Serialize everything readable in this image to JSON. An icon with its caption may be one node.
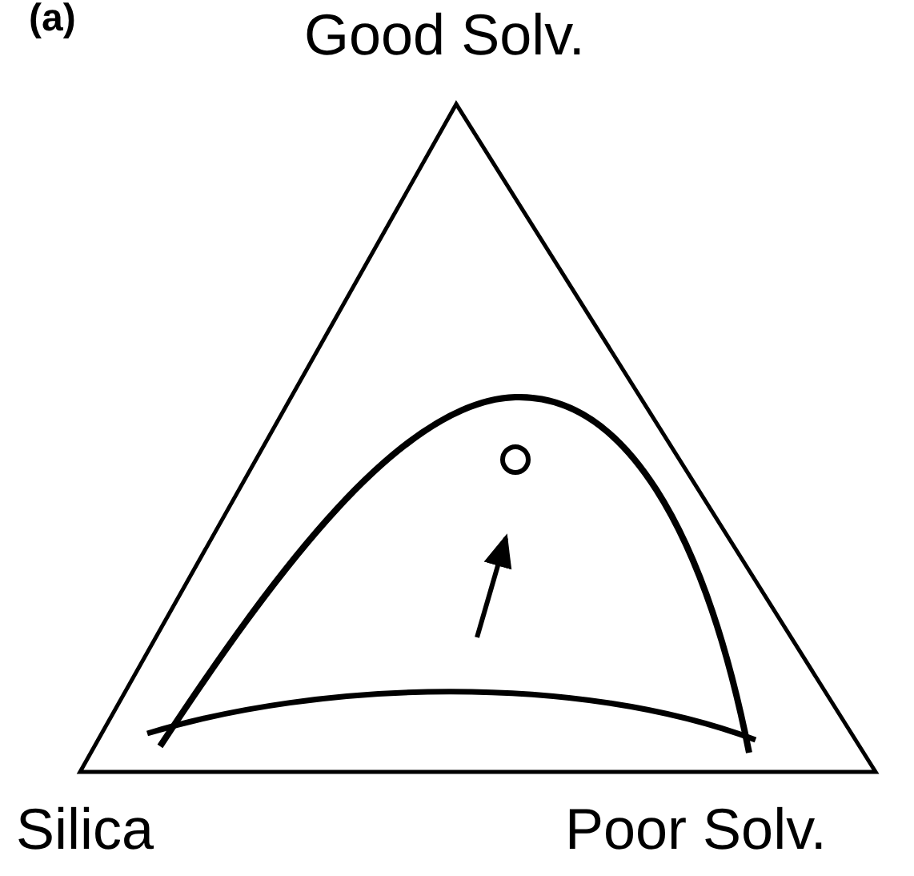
{
  "diagram": {
    "labels": [
      "(a)",
      "Good Solv.",
      "Silica",
      "Poor Solv."
    ]
  }
}
